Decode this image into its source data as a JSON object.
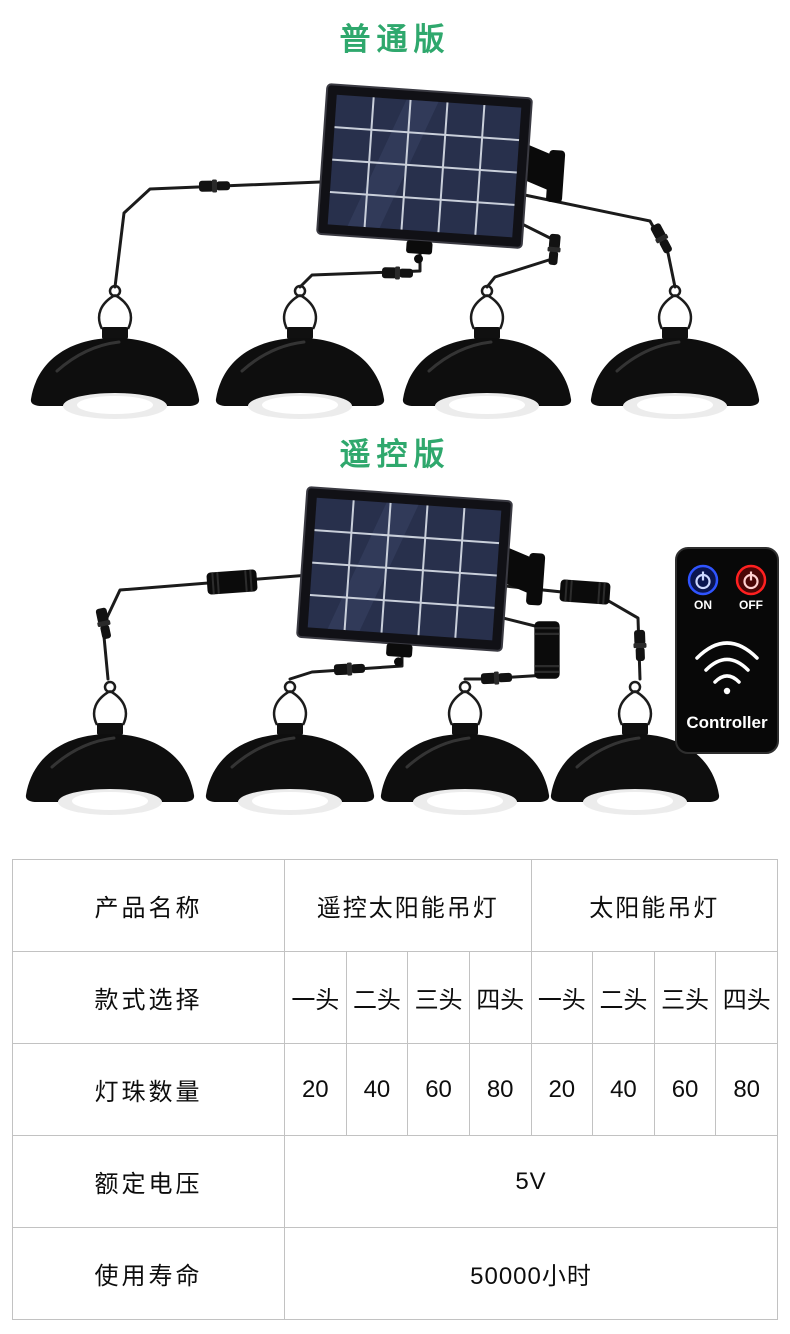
{
  "page": {
    "background": "#ffffff",
    "accent_green": "#2fa86d",
    "table_border": "#c2c2c2",
    "wire_color": "#1b1b1b"
  },
  "sections": {
    "normal": {
      "title": "普通版"
    },
    "remote": {
      "title": "遥控版"
    }
  },
  "remote_control": {
    "on_label": "ON",
    "off_label": "OFF",
    "name_label": "Controller",
    "on_color": "#2f54ff",
    "off_color": "#e41414",
    "body_color": "#080808"
  },
  "spec_table": {
    "product_name": {
      "label": "产品名称",
      "remote": "遥控太阳能吊灯",
      "normal": "太阳能吊灯"
    },
    "style": {
      "label": "款式选择",
      "options": [
        "一头",
        "二头",
        "三头",
        "四头",
        "一头",
        "二头",
        "三头",
        "四头"
      ]
    },
    "led_count": {
      "label": "灯珠数量",
      "values": [
        "20",
        "40",
        "60",
        "80",
        "20",
        "40",
        "60",
        "80"
      ]
    },
    "voltage": {
      "label": "额定电压",
      "value": "5V"
    },
    "lifespan": {
      "label": "使用寿命",
      "value": "50000小时"
    }
  }
}
